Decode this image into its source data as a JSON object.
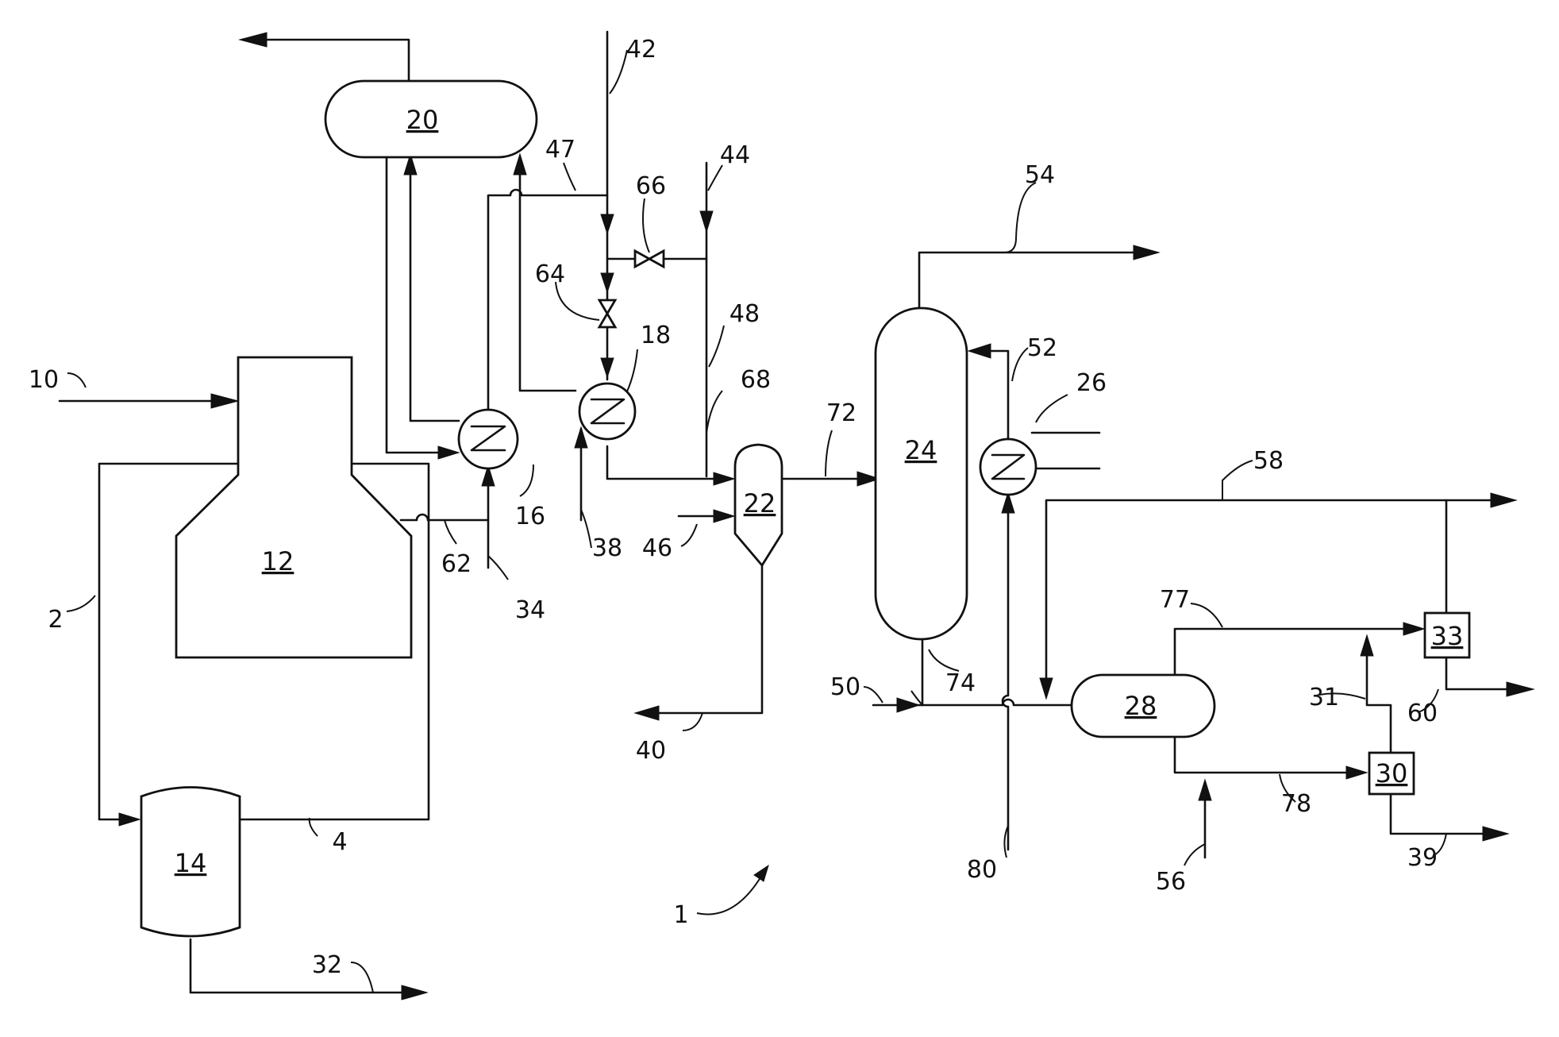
{
  "equipment": {
    "e12": "12",
    "e14": "14",
    "e16": "16",
    "e18": "18",
    "e20": "20",
    "e22": "22",
    "e24": "24",
    "e26": "26",
    "e28": "28",
    "e30": "30",
    "e33": "33"
  },
  "streams": {
    "s1": "1",
    "s2": "2",
    "s4": "4",
    "s10": "10",
    "s31": "31",
    "s32": "32",
    "s34": "34",
    "s38": "38",
    "s39": "39",
    "s40": "40",
    "s42": "42",
    "s44": "44",
    "s46": "46",
    "s47": "47",
    "s48": "48",
    "s50": "50",
    "s52": "52",
    "s54": "54",
    "s56": "56",
    "s58": "58",
    "s60": "60",
    "s62": "62",
    "s64": "64",
    "s66": "66",
    "s68": "68",
    "s72": "72",
    "s74": "74",
    "s77": "77",
    "s78": "78",
    "s80": "80"
  }
}
